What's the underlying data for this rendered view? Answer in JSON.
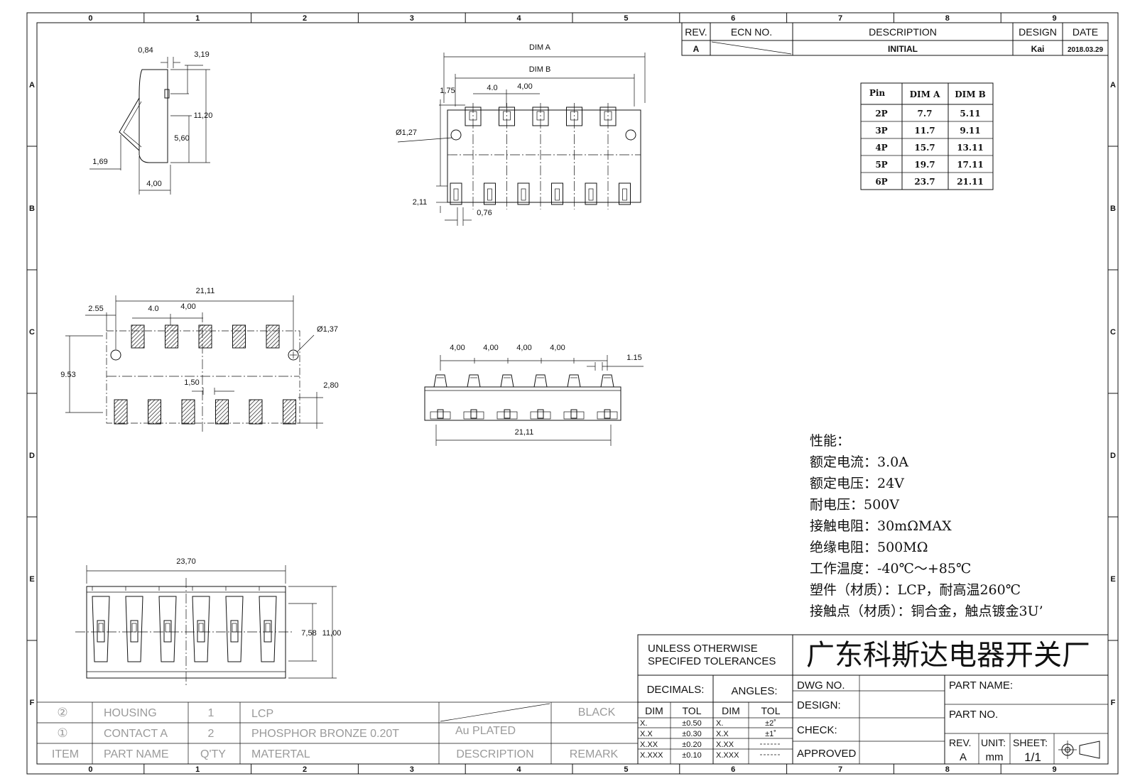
{
  "grid": {
    "columns": [
      "0",
      "1",
      "2",
      "3",
      "4",
      "5",
      "6",
      "7",
      "8",
      "9"
    ],
    "rows": [
      "A",
      "B",
      "C",
      "D",
      "E",
      "F"
    ]
  },
  "revision_block": {
    "headers": {
      "rev": "REV.",
      "ecn": "ECN NO.",
      "description": "DESCRIPTION",
      "design": "DESIGN",
      "date": "DATE"
    },
    "row": {
      "rev": "A",
      "description": "INITIAL",
      "design": "Kai",
      "date": "2018.03.29"
    }
  },
  "pin_table": {
    "headers": [
      "Pin",
      "DIM A",
      "DIM B"
    ],
    "rows": [
      [
        "2P",
        "7.7",
        "5.11"
      ],
      [
        "3P",
        "11.7",
        "9.11"
      ],
      [
        "4P",
        "15.7",
        "13.11"
      ],
      [
        "5P",
        "19.7",
        "17.11"
      ],
      [
        "6P",
        "23.7",
        "21.11"
      ]
    ]
  },
  "side_view": {
    "dims": {
      "d084": "0,84",
      "d319": "3,19",
      "d1120": "11,20",
      "d560": "5,60",
      "d169": "1,69",
      "d400": "4,00"
    }
  },
  "top_view": {
    "dims": {
      "dim_a": "DIM A",
      "dim_b": "DIM B",
      "d175": "1,75",
      "d40": "4.0",
      "d400": "4,00",
      "hole": "Ø1,27",
      "d211": "2,11",
      "d076": "0,76"
    }
  },
  "footprint": {
    "dims": {
      "d2111": "21,11",
      "d255": "2.55",
      "d40": "4.0",
      "d400": "4,00",
      "hole": "Ø1,37",
      "d953": "9.53",
      "d150": "1,50",
      "d280": "2,80"
    }
  },
  "front_view": {
    "dims": {
      "p1": "4,00",
      "p2": "4,00",
      "p3": "4,00",
      "p4": "4,00",
      "d115": "1.15",
      "d2111": "21,11"
    }
  },
  "bottom_view": {
    "dims": {
      "d2370": "23,70",
      "d758": "7,58",
      "d1100": "11,00"
    }
  },
  "specs": {
    "title": "性能：",
    "lines": [
      "额定电流：3.0A",
      "额定电压：24V",
      "耐电压：500V",
      "接触电阻：30mΩMAX",
      "绝缘电阻：500MΩ",
      "工作温度：-40℃～+85℃",
      "塑件（材质）：LCP，耐高温260℃",
      "接触点（材质）：铜合金，触点镀金3U’"
    ]
  },
  "bom": {
    "rows": [
      {
        "item": "②",
        "part_name": "HOUSING",
        "qty": "1",
        "material": "LCP",
        "description": "",
        "remark": "BLACK"
      },
      {
        "item": "①",
        "part_name": "CONTACT A",
        "qty": "2",
        "material": "PHOSPHOR BRONZE 0.20T",
        "description": "Au PLATED",
        "remark": ""
      }
    ],
    "header": {
      "item": "ITEM",
      "part_name": "PART NAME",
      "qty": "Q'TY",
      "material": "MATERTAL",
      "description": "DESCRIPTION",
      "remark": "REMARK"
    }
  },
  "title_block": {
    "tolerance_note_1": "UNLESS OTHERWISE",
    "tolerance_note_2": "SPECIFED TOLERANCES",
    "decimals_label": "DECIMALS:",
    "angles_label": "ANGLES:",
    "company": "广东科斯达电器开关厂",
    "dec_header": {
      "dim": "DIM",
      "tol": "TOL"
    },
    "dec_rows": [
      [
        "X.",
        "±0.50"
      ],
      [
        "X.X",
        "±0.30"
      ],
      [
        "X.XX",
        "±0.20"
      ],
      [
        "X.XXX",
        "±0.10"
      ]
    ],
    "ang_header": {
      "dim": "DIM",
      "tol": "TOL"
    },
    "ang_rows": [
      [
        "X.",
        "±2˚"
      ],
      [
        "X.X",
        "±1˚"
      ],
      [
        "X.XX",
        ""
      ],
      [
        "X.XXX",
        ""
      ]
    ],
    "dwg_no": "DWG NO.",
    "design": "DESIGN:",
    "check": "CHECK:",
    "approved": "APPROVED",
    "part_name": "PART NAME:",
    "part_no": "PART NO.",
    "rev_label": "REV.",
    "rev_value": "A",
    "unit_label": "UNIT:",
    "unit_value": "mm",
    "sheet_label": "SHEET:",
    "sheet_value": "1/1"
  }
}
